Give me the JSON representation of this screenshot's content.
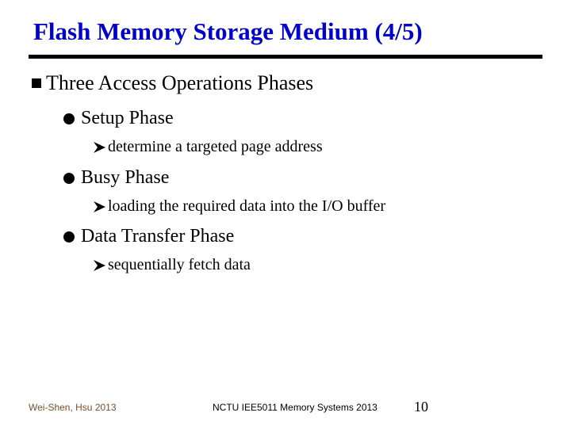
{
  "title": "Flash Memory Storage Medium (4/5)",
  "colors": {
    "title": "#0000cc",
    "text": "#000000",
    "footer_author": "#7a4e2a"
  },
  "bullets": {
    "main": "Three Access Operations Phases",
    "phases": [
      {
        "label": "Setup Phase",
        "detail": "determine a targeted page address"
      },
      {
        "label": "Busy Phase",
        "detail": "loading the required data into the I/O buffer"
      },
      {
        "label": "Data Transfer Phase",
        "detail": "sequentially fetch data"
      }
    ]
  },
  "icons": {
    "level1": "square-bullet-icon",
    "level2": "round-bullet-icon",
    "level3": "arrow-bullet-icon"
  },
  "footer": {
    "author": "Wei-Shen, Hsu  2013",
    "course": "NCTU IEE5011 Memory Systems 2013",
    "page": "10"
  }
}
